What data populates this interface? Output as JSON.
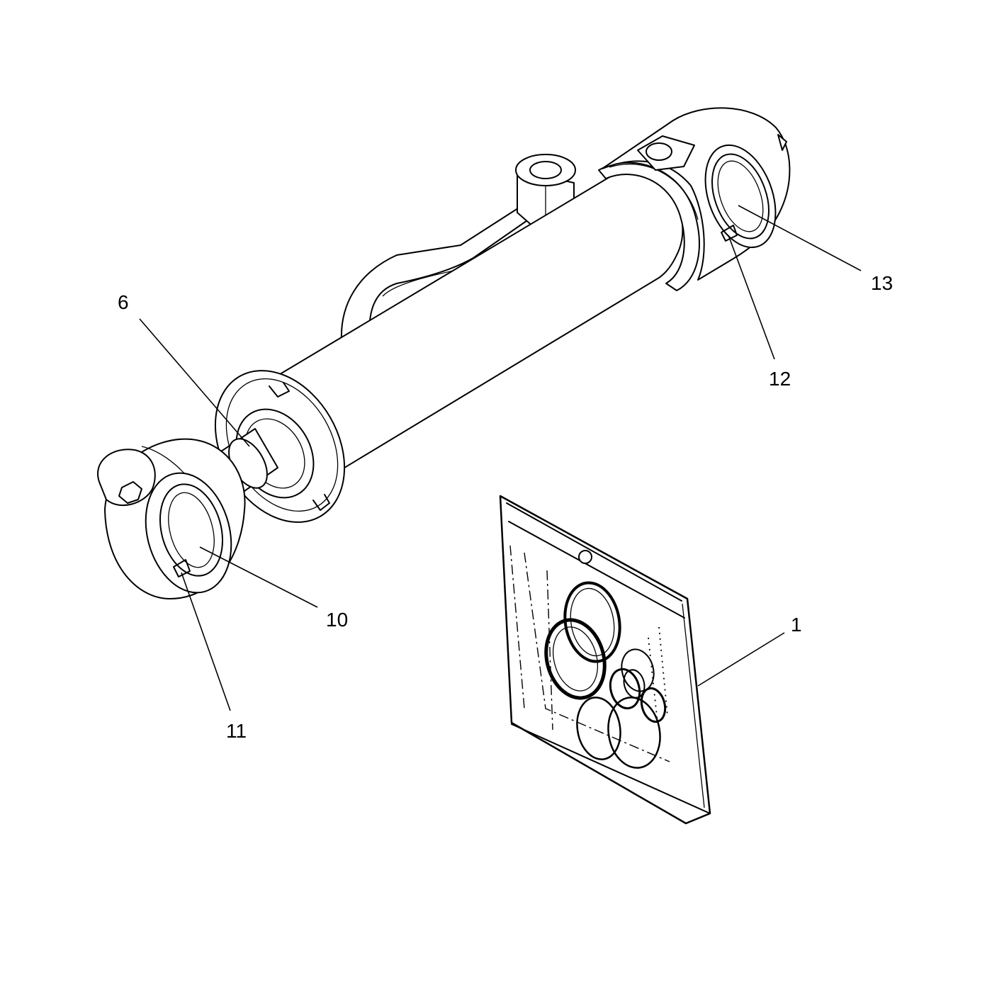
{
  "diagram": {
    "callouts": [
      {
        "id": "part-6",
        "label": "6"
      },
      {
        "id": "part-10",
        "label": "10"
      },
      {
        "id": "part-11",
        "label": "11"
      },
      {
        "id": "part-12",
        "label": "12"
      },
      {
        "id": "part-13",
        "label": "13"
      },
      {
        "id": "part-1",
        "label": "1"
      }
    ]
  }
}
